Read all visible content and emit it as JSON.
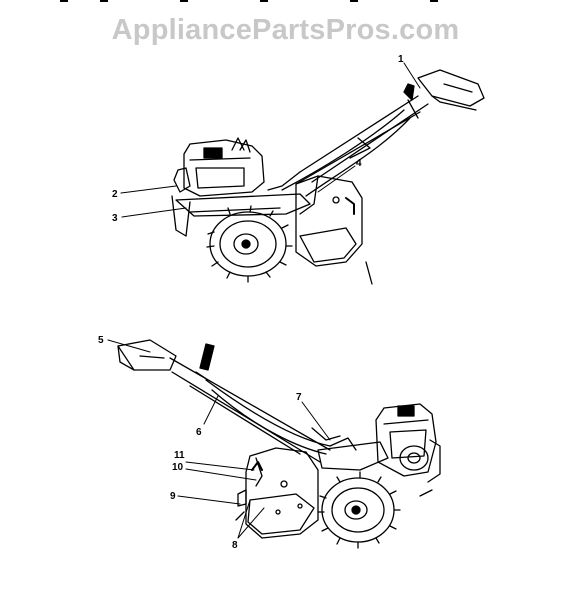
{
  "watermark": {
    "text": "AppliancePartsPros.com",
    "color": "#c8c8c8"
  },
  "diagram": {
    "upper_view": {
      "callouts": [
        "1",
        "2",
        "3",
        "4"
      ]
    },
    "lower_view": {
      "callouts": [
        "5",
        "6",
        "7",
        "8",
        "9",
        "10",
        "11"
      ]
    }
  },
  "colors": {
    "ink": "#000000",
    "background": "#ffffff",
    "watermark": "#c8c8c8"
  }
}
